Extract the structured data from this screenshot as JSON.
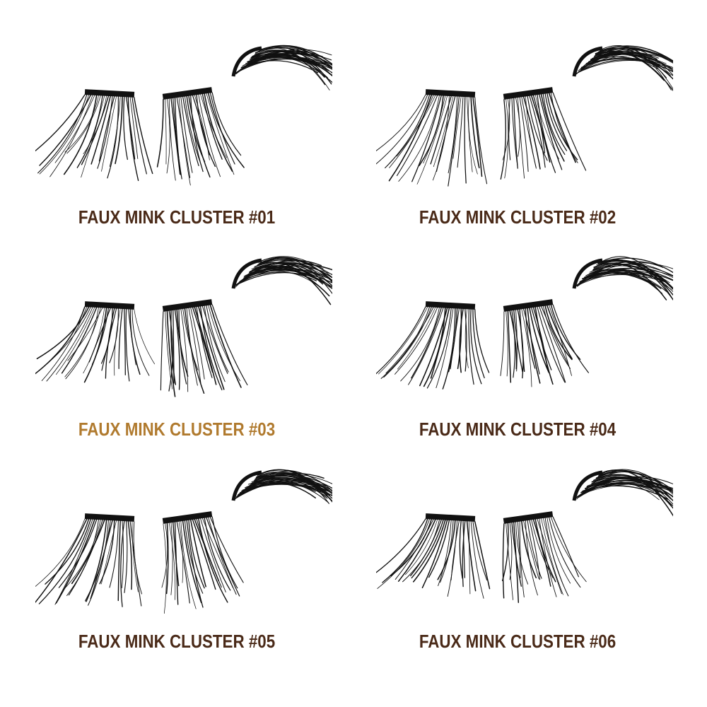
{
  "products": [
    {
      "label": "FAUX MINK CLUSTER #01",
      "label_color": "#4a2a18",
      "icon": "lash-cluster-image"
    },
    {
      "label": "FAUX MINK CLUSTER #02",
      "label_color": "#4a2a18",
      "icon": "lash-cluster-image"
    },
    {
      "label": "FAUX MINK CLUSTER #03",
      "label_color": "#b07a2e",
      "icon": "lash-cluster-image"
    },
    {
      "label": "FAUX MINK CLUSTER #04",
      "label_color": "#4a2a18",
      "icon": "lash-cluster-image"
    },
    {
      "label": "FAUX MINK CLUSTER #05",
      "label_color": "#4a2a18",
      "icon": "lash-cluster-image"
    },
    {
      "label": "FAUX MINK CLUSTER #06",
      "label_color": "#4a2a18",
      "icon": "lash-cluster-image"
    }
  ]
}
